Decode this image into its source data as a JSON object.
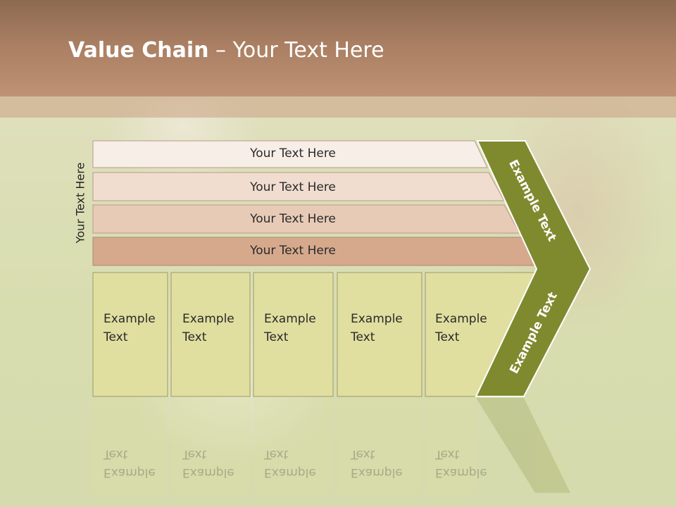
{
  "slide": {
    "title_bold": "Value Chain",
    "title_rest": " – Your Text Here",
    "vertical_label": "Your Text Here"
  },
  "bars": [
    {
      "label": "Your Text Here",
      "color": "#f7eee8"
    },
    {
      "label": "Your Text Here",
      "color": "#f0ddd0"
    },
    {
      "label": "Your Text Here",
      "color": "#e8cbb7"
    },
    {
      "label": "Your Text Here",
      "color": "#d6a98d"
    }
  ],
  "boxes": [
    {
      "line1": "Example",
      "line2": "Text"
    },
    {
      "line1": "Example",
      "line2": "Text"
    },
    {
      "line1": "Example",
      "line2": "Text"
    },
    {
      "line1": "Example",
      "line2": "Text"
    },
    {
      "line1": "Example",
      "line2": "Text"
    }
  ],
  "chevron": {
    "upper_label": "Example Text",
    "lower_label": "Example Text",
    "color": "#7f8a2e"
  },
  "colors": {
    "box_fill": "#e0dfa0",
    "header": "#a97e62"
  }
}
